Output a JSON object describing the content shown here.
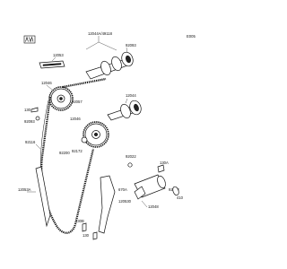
{
  "diagram": {
    "code": "E005",
    "labels": {
      "l12044_49118": "12044A/49118",
      "l92093": "92093",
      "l12053": "12053",
      "l12046": "12046",
      "l92057": "92057",
      "l12044b": "12044",
      "l130": "130",
      "l92093b": "92093",
      "l92116": "92116",
      "l92200": "92200",
      "l92172": "92172",
      "l92022": "92022",
      "l130a": "130A",
      "l92153": "92153",
      "l410": "410",
      "l670a": "670A",
      "l120530": "120530",
      "l12053a": "12053A",
      "l12048": "12048",
      "l130b": "130B",
      "l130c": "130"
    }
  }
}
